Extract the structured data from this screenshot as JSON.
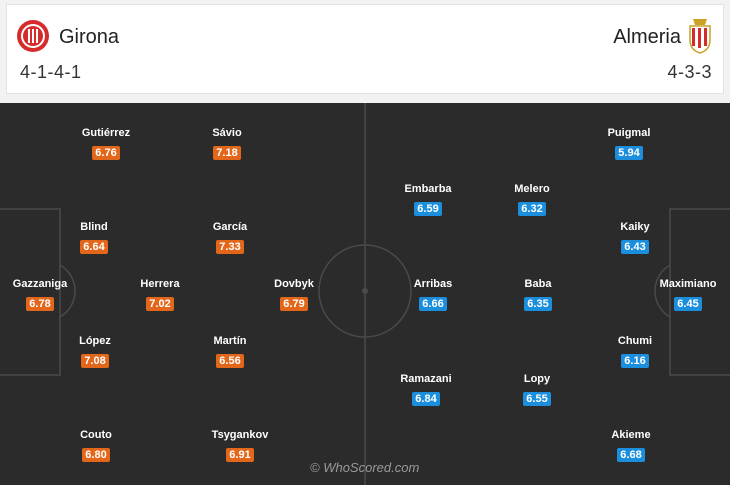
{
  "home": {
    "name": "Girona",
    "formation": "4-1-4-1",
    "crest_icon": "girona-crest-icon",
    "color": "#e3671b",
    "players": [
      {
        "name": "Gutiérrez",
        "rating": "6.76"
      },
      {
        "name": "Sávio",
        "rating": "7.18"
      },
      {
        "name": "Blind",
        "rating": "6.64"
      },
      {
        "name": "García",
        "rating": "7.33"
      },
      {
        "name": "Gazzaniga",
        "rating": "6.78"
      },
      {
        "name": "Herrera",
        "rating": "7.02"
      },
      {
        "name": "Dovbyk",
        "rating": "6.79"
      },
      {
        "name": "López",
        "rating": "7.08"
      },
      {
        "name": "Martín",
        "rating": "6.56"
      },
      {
        "name": "Couto",
        "rating": "6.80"
      },
      {
        "name": "Tsygankov",
        "rating": "6.91"
      }
    ]
  },
  "away": {
    "name": "Almeria",
    "formation": "4-3-3",
    "crest_icon": "almeria-crest-icon",
    "color": "#1b8fde",
    "players": [
      {
        "name": "Puigmal",
        "rating": "5.94"
      },
      {
        "name": "Embarba",
        "rating": "6.59"
      },
      {
        "name": "Melero",
        "rating": "6.32"
      },
      {
        "name": "Kaiky",
        "rating": "6.43"
      },
      {
        "name": "Arribas",
        "rating": "6.66"
      },
      {
        "name": "Baba",
        "rating": "6.35"
      },
      {
        "name": "Maximiano",
        "rating": "6.45"
      },
      {
        "name": "Chumi",
        "rating": "6.16"
      },
      {
        "name": "Ramazani",
        "rating": "6.84"
      },
      {
        "name": "Lopy",
        "rating": "6.55"
      },
      {
        "name": "Akieme",
        "rating": "6.68"
      }
    ]
  },
  "watermark": "© WhoScored.com"
}
